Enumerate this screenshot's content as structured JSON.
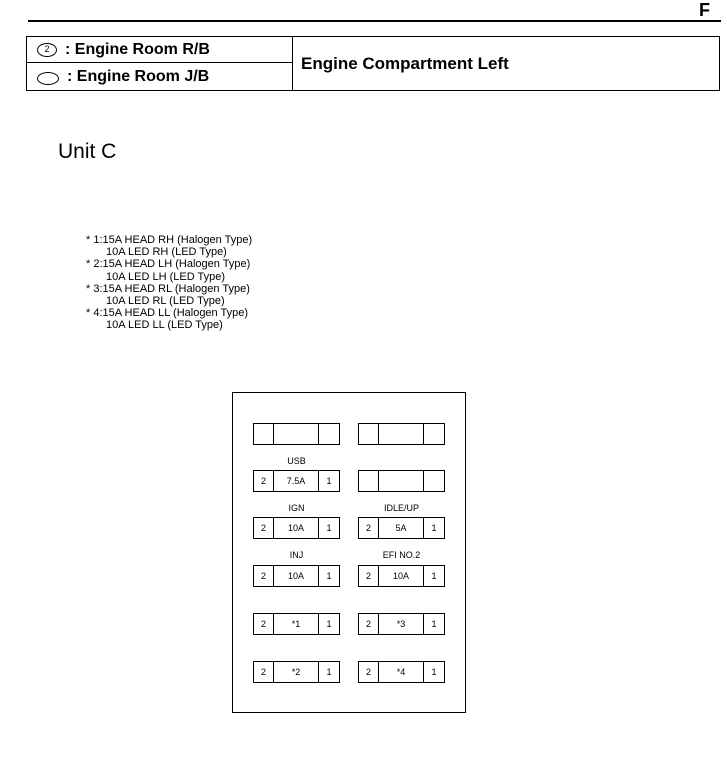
{
  "page_letter": "F",
  "legend": {
    "row1": {
      "icon_number": "2",
      "label": ": Engine Room R/B"
    },
    "row2": {
      "label": ": Engine Room J/B"
    },
    "location": "Engine Compartment Left"
  },
  "unit_title": "Unit C",
  "notes": [
    {
      "main": "* 1:15A HEAD RH (Halogen Type)",
      "sub": "10A LED RH (LED Type)"
    },
    {
      "main": "* 2:15A HEAD LH (Halogen Type)",
      "sub": "10A LED LH (LED Type)"
    },
    {
      "main": "* 3:15A HEAD RL (Halogen Type)",
      "sub": "10A LED RL (LED Type)"
    },
    {
      "main": "* 4:15A HEAD LL (Halogen Type)",
      "sub": "10A LED LL (LED Type)"
    }
  ],
  "fuses": {
    "empty_left": {
      "left": "",
      "rating": "",
      "right": ""
    },
    "empty_right": {
      "left": "",
      "rating": "",
      "right": ""
    },
    "usb": {
      "label": "USB",
      "left": "2",
      "rating": "7.5A",
      "right": "1"
    },
    "empty_r2": {
      "left": "",
      "rating": "",
      "right": ""
    },
    "ign": {
      "label": "IGN",
      "left": "2",
      "rating": "10A",
      "right": "1"
    },
    "idle_up": {
      "label": "IDLE/UP",
      "left": "2",
      "rating": "5A",
      "right": "1"
    },
    "inj": {
      "label": "INJ",
      "left": "2",
      "rating": "10A",
      "right": "1"
    },
    "efi_no2": {
      "label": "EFI NO.2",
      "left": "2",
      "rating": "10A",
      "right": "1"
    },
    "star1": {
      "left": "2",
      "rating": "*1",
      "right": "1"
    },
    "star3": {
      "left": "2",
      "rating": "*3",
      "right": "1"
    },
    "star2": {
      "left": "2",
      "rating": "*2",
      "right": "1"
    },
    "star4": {
      "left": "2",
      "rating": "*4",
      "right": "1"
    }
  }
}
